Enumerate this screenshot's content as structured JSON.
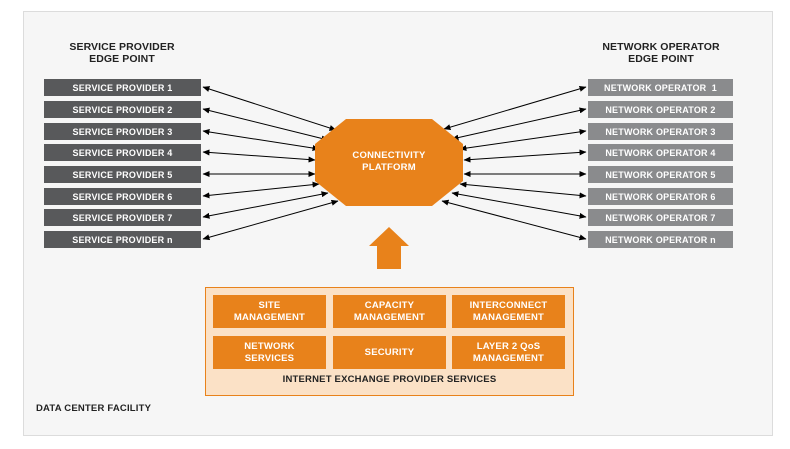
{
  "left_heading": [
    "SERVICE PROVIDER",
    "EDGE POINT"
  ],
  "right_heading": [
    "NETWORK OPERATOR",
    "EDGE POINT"
  ],
  "service_providers": [
    "SERVICE PROVIDER 1",
    "SERVICE PROVIDER 2",
    "SERVICE PROVIDER 3",
    "SERVICE PROVIDER 4",
    "SERVICE PROVIDER 5",
    "SERVICE PROVIDER 6",
    "SERVICE PROVIDER 7",
    "SERVICE PROVIDER n"
  ],
  "network_operators": [
    "NETWORK OPERATOR  1",
    "NETWORK OPERATOR 2",
    "NETWORK OPERATOR 3",
    "NETWORK OPERATOR 4",
    "NETWORK OPERATOR 5",
    "NETWORK OPERATOR 6",
    "NETWORK OPERATOR 7",
    "NETWORK OPERATOR n"
  ],
  "platform": [
    "CONNECTIVITY",
    "PLATFORM"
  ],
  "services": [
    [
      "SITE",
      "MANAGEMENT"
    ],
    [
      "CAPACITY",
      "MANAGEMENT"
    ],
    [
      "INTERCONNECT",
      "MANAGEMENT"
    ],
    [
      "NETWORK",
      "SERVICES"
    ],
    [
      "SECURITY"
    ],
    [
      "LAYER 2 QoS",
      "MANAGEMENT"
    ]
  ],
  "services_title": "INTERNET EXCHANGE PROVIDER SERVICES",
  "facility_label": "DATA CENTER FACILITY",
  "colors": {
    "orange": "#e8821b",
    "service_provider_box": "#58595b",
    "network_operator_box": "#8a8b8d",
    "services_panel": "#fbe1c6"
  }
}
